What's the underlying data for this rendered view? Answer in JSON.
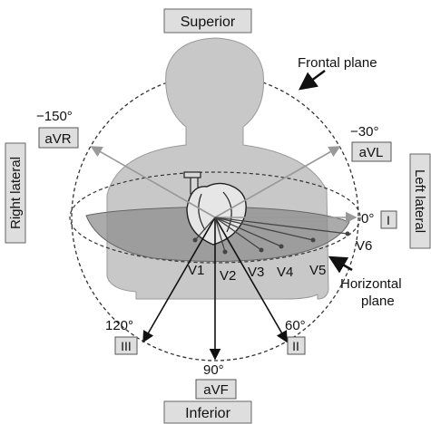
{
  "labels": {
    "superior": "Superior",
    "inferior": "Inferior",
    "frontal_plane": "Frontal plane",
    "horizontal_plane_1": "Horizontal",
    "horizontal_plane_2": "plane",
    "right_lateral": "Right lateral",
    "left_lateral": "Left lateral"
  },
  "angles": {
    "minus150": "−150°",
    "minus30": "−30°",
    "zero": "0°",
    "a120": "120°",
    "a90": "90°",
    "a60": "60°"
  },
  "limb_leads": {
    "avr": "aVR",
    "avl": "aVL",
    "i": "I",
    "iii": "III",
    "avf": "aVF",
    "ii": "II"
  },
  "precordial_leads": [
    "V1",
    "V2",
    "V3",
    "V4",
    "V5",
    "V6"
  ]
}
